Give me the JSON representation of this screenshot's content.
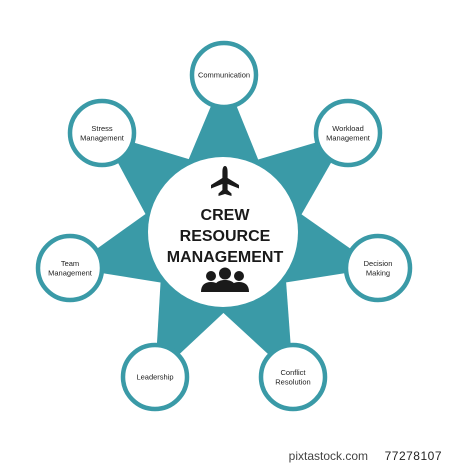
{
  "colors": {
    "teal": "#3a9aa7",
    "ring": "#3a9aa7",
    "text": "#222222",
    "icon": "#1a1a1a",
    "background": "#ffffff"
  },
  "center": {
    "title_line1": "CREW",
    "title_line2": "RESOURCE",
    "title_line3": "MANAGEMENT",
    "top_icon": "airplane-icon",
    "bottom_icon": "crew-group-icon"
  },
  "nodes": [
    {
      "id": "communication",
      "lines": [
        "Communication"
      ]
    },
    {
      "id": "workload-management",
      "lines": [
        "Workload",
        "Management"
      ]
    },
    {
      "id": "decision-making",
      "lines": [
        "Decision",
        "Making"
      ]
    },
    {
      "id": "conflict-resolution",
      "lines": [
        "Conflict",
        "Resolution"
      ]
    },
    {
      "id": "leadership",
      "lines": [
        "Leadership"
      ]
    },
    {
      "id": "team-management",
      "lines": [
        "Team",
        "Management"
      ]
    },
    {
      "id": "stress-management",
      "lines": [
        "Stress",
        "Management"
      ]
    }
  ],
  "footer": {
    "source": "pixtastock.com",
    "image_id": "77278107"
  }
}
